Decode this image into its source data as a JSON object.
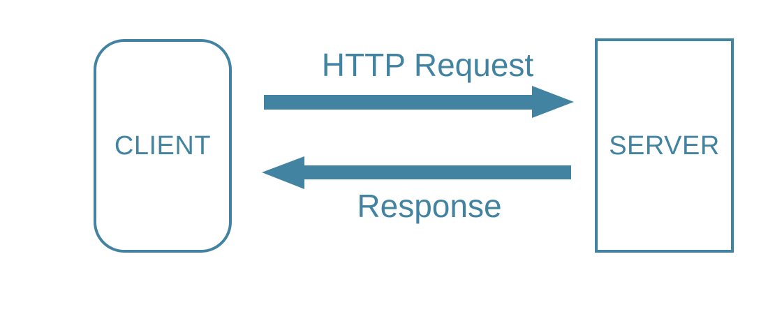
{
  "diagram": {
    "client_label": "CLIENT",
    "server_label": "SERVER",
    "request_label": "HTTP Request",
    "response_label": "Response",
    "accent_color": "#4383a2",
    "background_color": "#ffffff"
  }
}
